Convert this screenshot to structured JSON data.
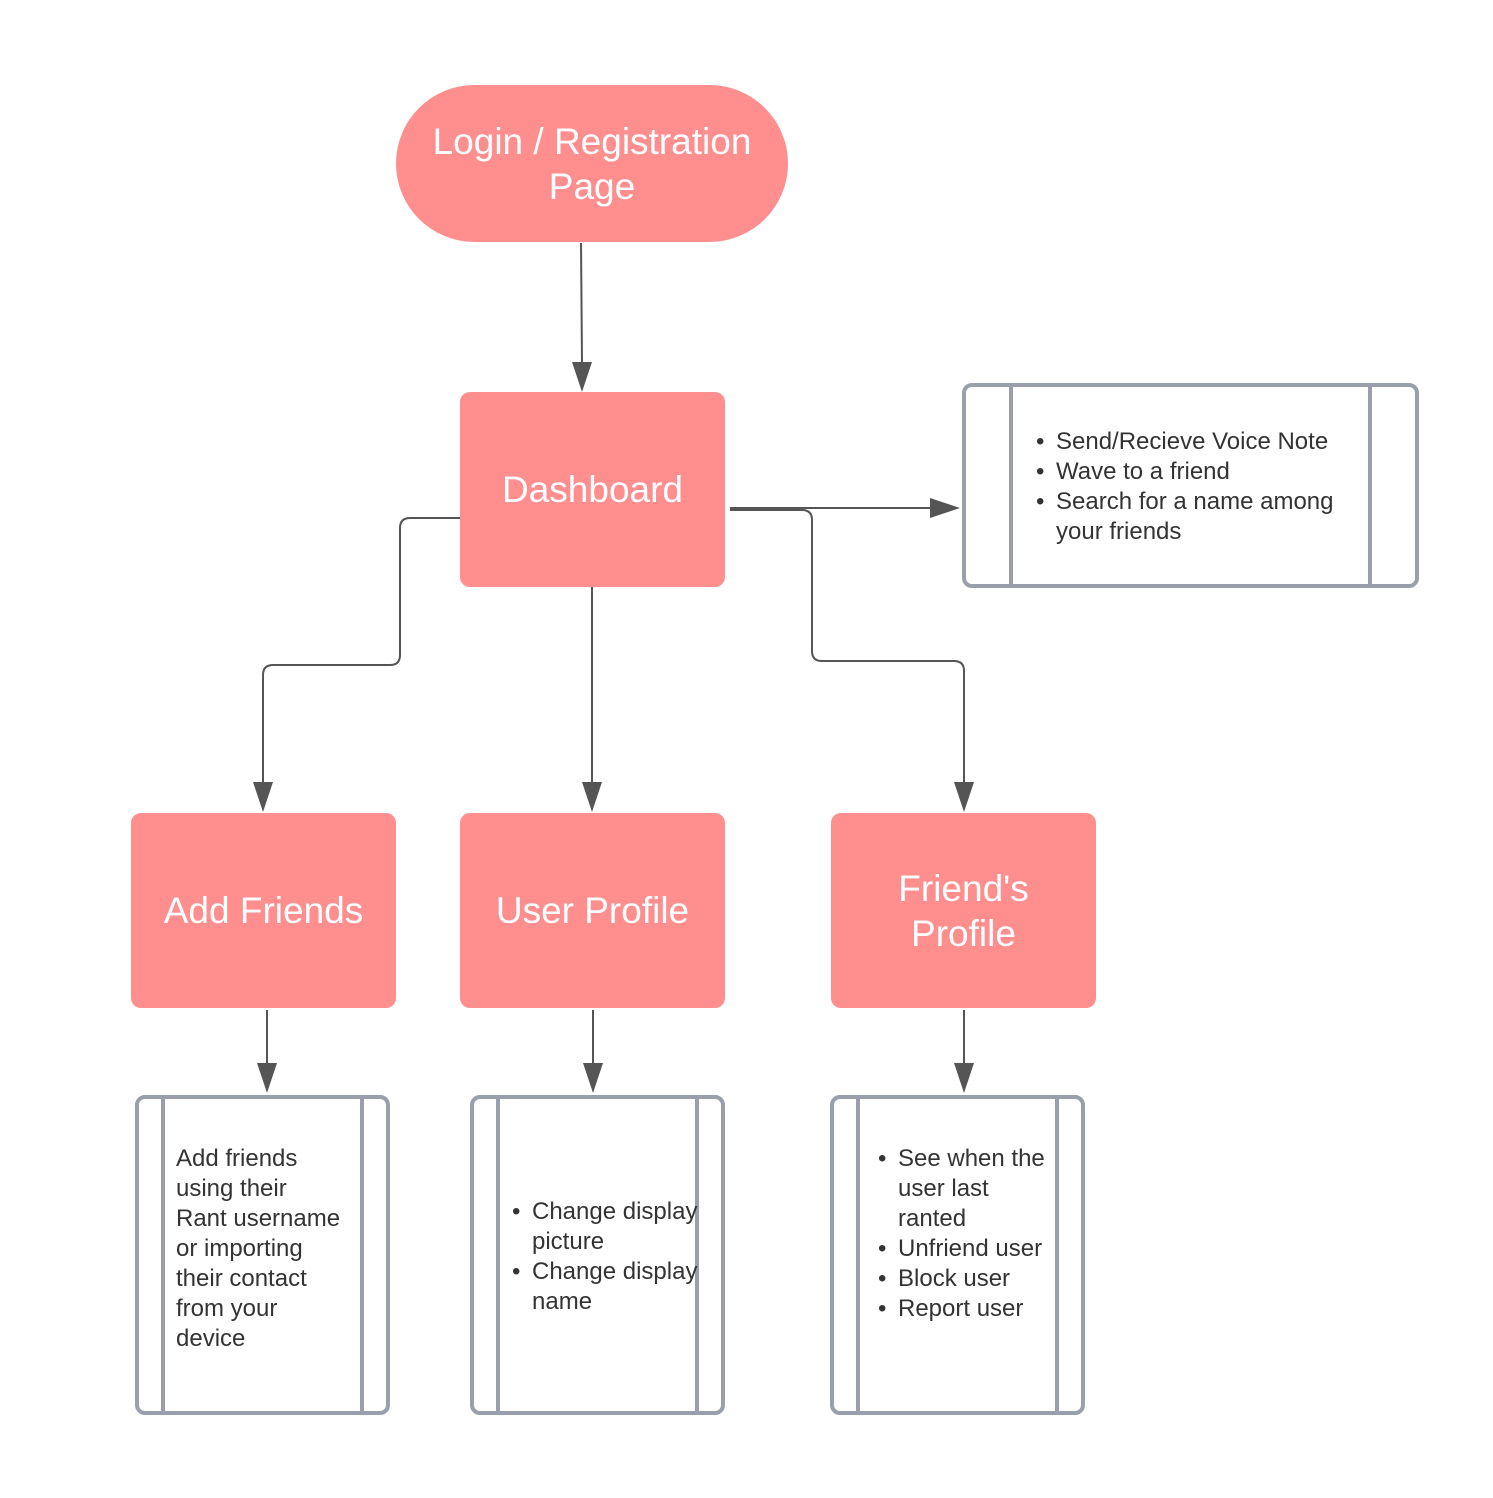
{
  "nodes": {
    "login": "Login / Registration\nPage",
    "dashboard": "Dashboard",
    "add_friends": "Add Friends",
    "user_profile": "User Profile",
    "friends_profile": "Friend's\nProfile"
  },
  "details": {
    "dashboard": [
      "Send/Recieve Voice Note",
      "Wave to a friend",
      "Search for a name among your friends"
    ],
    "add_friends": "Add friends\nusing their\nRant username\nor importing\ntheir contact\nfrom your\ndevice",
    "user_profile": [
      "Change display picture",
      "Change display name"
    ],
    "friends_profile": [
      "See when the user last ranted",
      "Unfriend user",
      "Block user",
      "Report user"
    ]
  },
  "colors": {
    "node_fill": "#fe8f8e",
    "node_text": "#ffffff",
    "detail_border": "#9aa0ab",
    "detail_text": "#333333",
    "edge": "#555555"
  }
}
